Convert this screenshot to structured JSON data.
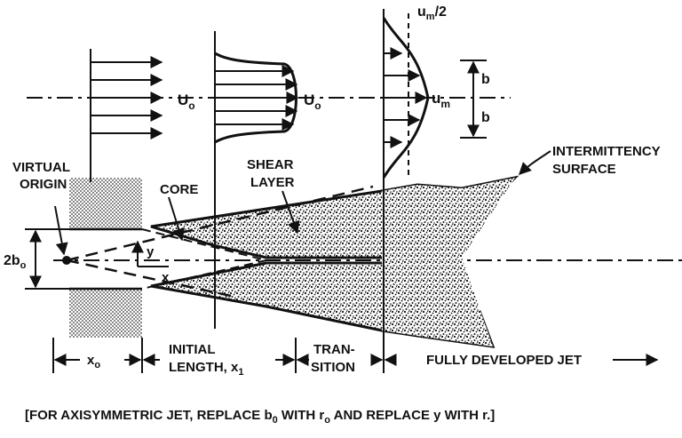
{
  "labels": {
    "virtual_origin_1": "VIRTUAL",
    "virtual_origin_2": "ORIGIN",
    "core": "CORE",
    "shear_1": "SHEAR",
    "shear_2": "LAYER",
    "intermittency_1": "INTERMITTENCY",
    "intermittency_2": "SURFACE",
    "u0_a": "U",
    "u0_a_sub": "o",
    "u0_b": "U",
    "u0_b_sub": "o",
    "um": "u",
    "um_sub": "m",
    "um_half": "u",
    "um_half_sub": "m",
    "um_half_tail": "/2",
    "b_upper": "b",
    "b_lower": "b",
    "two_b0": "2b",
    "two_b0_sub": "o",
    "y": "y",
    "x": "x"
  },
  "regions": {
    "x0": "x",
    "x0_sub": "o",
    "initial_1": "INITIAL",
    "initial_2": "LENGTH, x",
    "initial_2_sub": "1",
    "transition_1": "TRAN-",
    "transition_2": "SITION",
    "fully": "FULLY DEVELOPED JET"
  },
  "caption": {
    "p1": "[FOR AXISYMMETRIC JET, REPLACE b",
    "p1_sub": "0",
    "p2": " WITH r",
    "p2_sub": "o",
    "p3": " AND REPLACE y WITH r.]"
  }
}
